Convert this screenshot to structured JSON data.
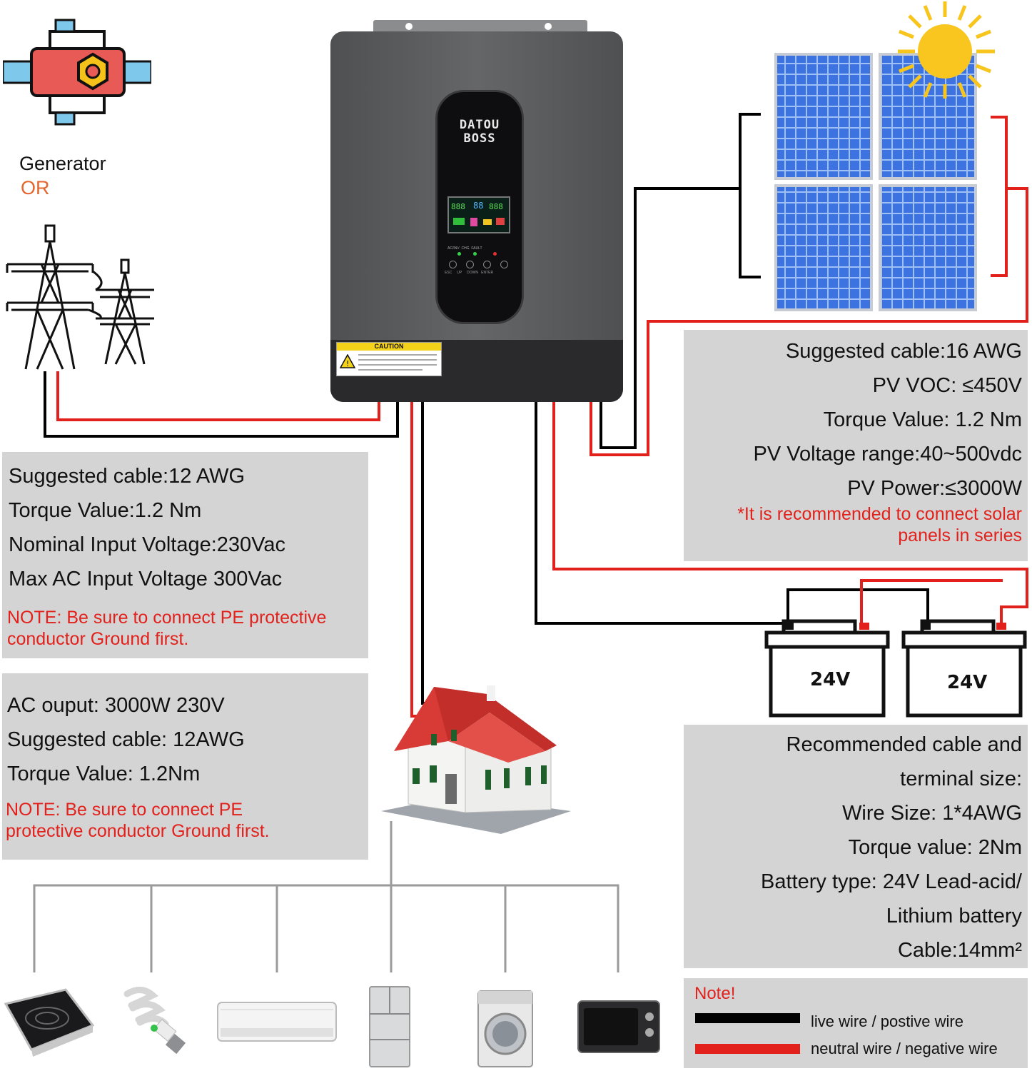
{
  "generator": {
    "label": "Generator",
    "or_label": "OR"
  },
  "inverter": {
    "brand_line1": "DATOU",
    "brand_line2": "BOSS",
    "caution": "CAUTION",
    "lcd_digits": [
      "888",
      "88",
      "888"
    ],
    "indicators": [
      "AC/INV",
      "CHG",
      "FAULT"
    ],
    "buttons": [
      "ESC",
      "UP",
      "DOWN",
      "ENTER"
    ]
  },
  "grid_input_box": {
    "lines": [
      "Suggested cable:12 AWG",
      "Torque Value:1.2 Nm",
      "Nominal Input Voltage:230Vac",
      "Max AC Input Voltage 300Vac"
    ],
    "note_line1": "NOTE: Be sure to connect PE protective",
    "note_line2": "conductor Ground first."
  },
  "ac_output_box": {
    "lines": [
      "AC ouput: 3000W 230V",
      "Suggested cable: 12AWG",
      "Torque Value: 1.2Nm"
    ],
    "note_line1": "NOTE: Be sure to connect PE",
    "note_line2": "protective conductor Ground first."
  },
  "pv_box": {
    "lines": [
      "Suggested cable:16 AWG",
      "PV VOC: ≤450V",
      "Torque Value: 1.2 Nm",
      "PV Voltage range:40~500vdc",
      "PV Power:≤3000W"
    ],
    "note_line1": "*It is recommended to connect solar",
    "note_line2": "panels in series"
  },
  "batteries": [
    {
      "label": "24V"
    },
    {
      "label": "24V"
    }
  ],
  "battery_box": {
    "lines": [
      "Recommended cable and",
      "terminal size:",
      "Wire Size: 1*4AWG",
      "Torque value: 2Nm",
      "Battery type: 24V Lead-acid/",
      "Lithium battery",
      "Cable:14mm²"
    ]
  },
  "legend": {
    "title": "Note!",
    "items": [
      {
        "label": "live wire / postive wire",
        "color": "#000000"
      },
      {
        "label": "neutral wire / negative wire",
        "color": "#e2211c"
      }
    ]
  },
  "colors": {
    "red_wire": "#e2211c",
    "black_wire": "#000000",
    "box_bg": "#d4d4d4",
    "inverter_body": "#5a5b5d"
  },
  "appliances": [
    "induction-cooker",
    "light-bulb",
    "air-conditioner",
    "refrigerator",
    "washing-machine",
    "microwave-oven"
  ]
}
